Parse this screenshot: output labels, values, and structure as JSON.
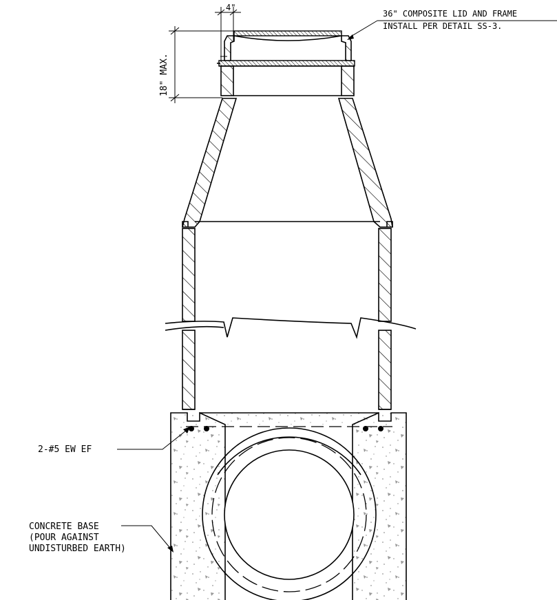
{
  "labels": {
    "lid_line1": "36\" COMPOSITE LID AND FRAME",
    "lid_line2": "INSTALL PER DETAIL SS-3.",
    "dim_width": "4\"",
    "dim_height": "18\" MAX.",
    "rebar": "2-#5 EW EF",
    "base_line1": "CONCRETE BASE",
    "base_line2": "(POUR AGAINST",
    "base_line3": "UNDISTURBED EARTH)"
  },
  "colors": {
    "ink": "#000000",
    "concrete_speck": "#888888",
    "background": "#ffffff"
  }
}
